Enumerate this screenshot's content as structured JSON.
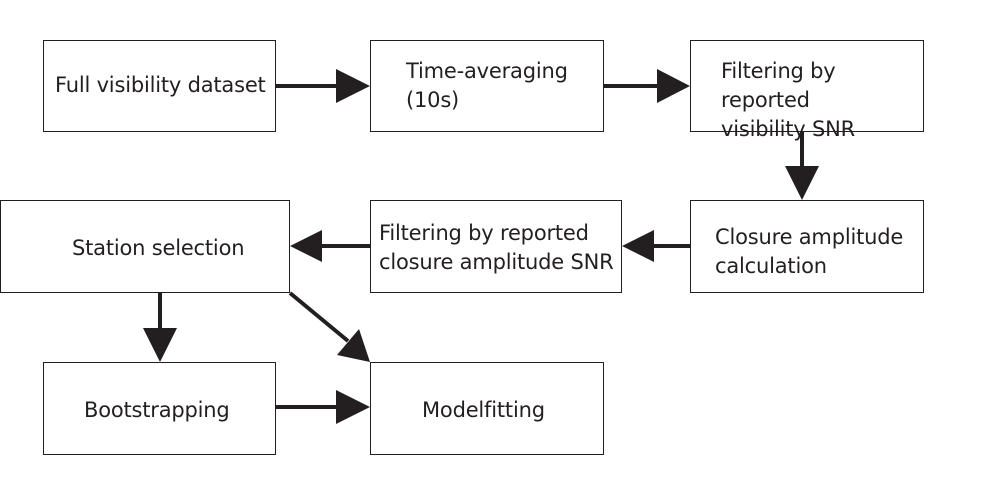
{
  "diagram": {
    "nodes": {
      "full_visibility": "Full visibility dataset",
      "time_averaging": "Time-averaging\n(10s)",
      "filter_visibility_snr": "Filtering by reported\nvisibility SNR",
      "closure_amplitude_calc": "Closure amplitude\ncalculation",
      "filter_closure_snr": "Filtering by reported\nclosure amplitude SNR",
      "station_selection": "Station selection",
      "bootstrapping": "Bootstrapping",
      "modelfitting": "Modelfitting"
    },
    "edges": [
      [
        "full_visibility",
        "time_averaging"
      ],
      [
        "time_averaging",
        "filter_visibility_snr"
      ],
      [
        "filter_visibility_snr",
        "closure_amplitude_calc"
      ],
      [
        "closure_amplitude_calc",
        "filter_closure_snr"
      ],
      [
        "filter_closure_snr",
        "station_selection"
      ],
      [
        "station_selection",
        "bootstrapping"
      ],
      [
        "station_selection",
        "modelfitting"
      ],
      [
        "bootstrapping",
        "modelfitting"
      ]
    ],
    "colors": {
      "stroke": "#231f20",
      "background": "#ffffff"
    }
  }
}
